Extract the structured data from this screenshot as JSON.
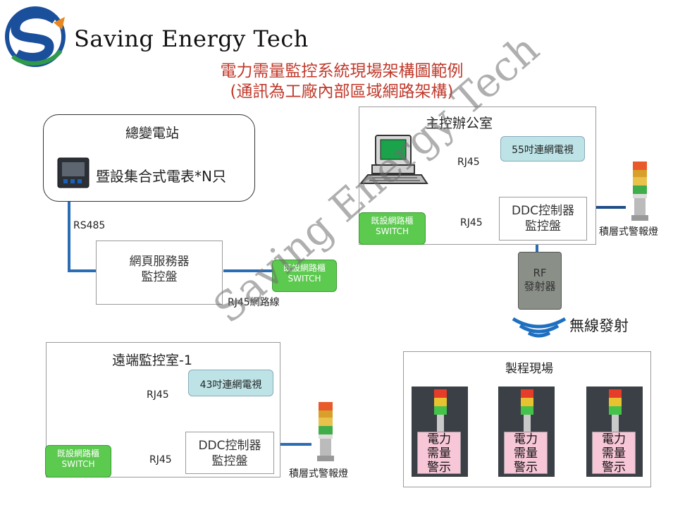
{
  "header": {
    "brand_name": "Saving Energy Tech",
    "title_line1": "電力需量監控系統現場架構圖範例",
    "title_line2": "(通訊為工廠內部區域網路架構)"
  },
  "colors": {
    "line": "#2a6db5",
    "title": "#c0392b",
    "switch": "#5cc94f",
    "tv": "#bde3e6"
  },
  "substation": {
    "title": "總變電站",
    "meter_text": "暨設集合式電表*N只"
  },
  "labels": {
    "rs485": "RS485",
    "rj45_cable": "RJ45網路線",
    "rj45": "RJ45",
    "wireless": "無線發射"
  },
  "web_server": {
    "line1": "網頁服務器",
    "line2": "監控盤"
  },
  "switch": {
    "line1": "既設網路櫃",
    "line2": "SWITCH"
  },
  "main_office": {
    "title": "主控辦公室",
    "tv": "55吋連網電視"
  },
  "ddc": {
    "line1": "DDC控制器",
    "line2": "監控盤"
  },
  "stack_light": {
    "label": "積層式警報燈"
  },
  "rf": {
    "line1": "RF",
    "line2": "發射器"
  },
  "remote": {
    "title": "遠端監控室-1",
    "tv": "43吋連網電視"
  },
  "process": {
    "title": "製程現場",
    "signs": [
      {
        "text": "電力需量警示"
      },
      {
        "text": "電力需量警示"
      },
      {
        "text": "電力需量警示"
      }
    ]
  },
  "watermark": "Saving Energy Tech"
}
